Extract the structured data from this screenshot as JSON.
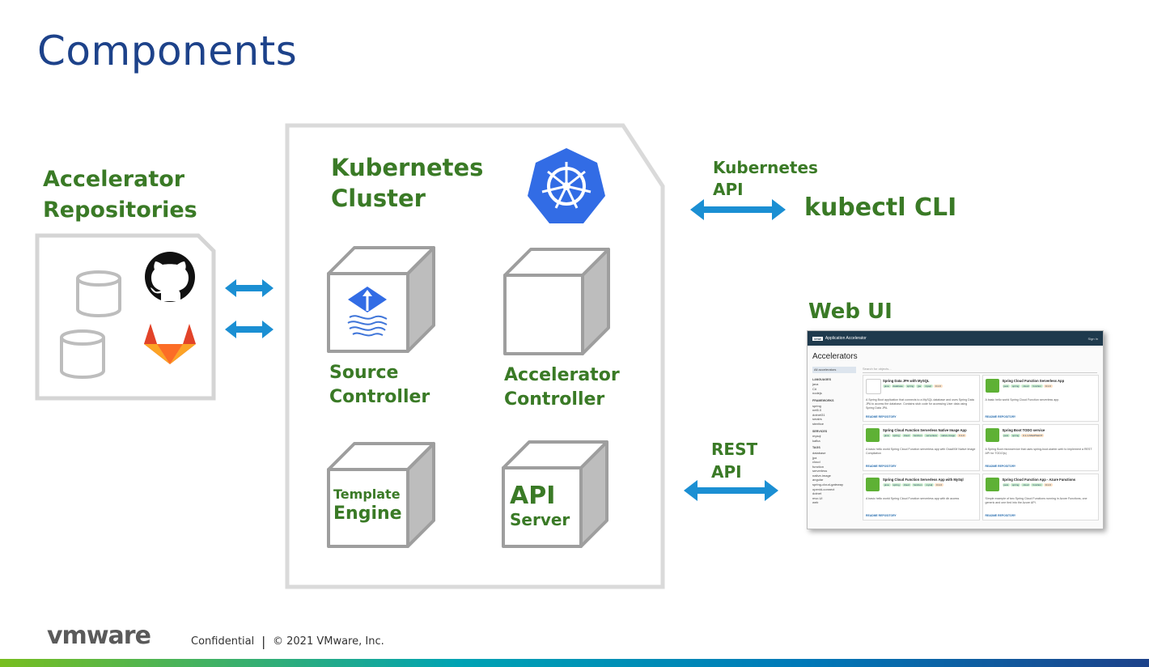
{
  "title": "Components",
  "repositories": {
    "label_line1": "Accelerator",
    "label_line2": "Repositories",
    "icons": [
      "database-icon",
      "database-icon",
      "github-icon",
      "gitlab-icon"
    ]
  },
  "cluster": {
    "label_line1": "Kubernetes",
    "label_line2": "Cluster",
    "logo": "kubernetes-logo",
    "source_controller": {
      "line1": "Source",
      "line2": "Controller",
      "icon": "flux-icon"
    },
    "accelerator_controller": {
      "line1": "Accelerator",
      "line2": "Controller"
    },
    "template_engine": {
      "line1": "Template",
      "line2": "Engine"
    },
    "api_server": {
      "line1": "API",
      "line2": "Server"
    }
  },
  "kubernetes_api": {
    "line1": "Kubernetes",
    "line2": "API"
  },
  "kubectl": "kubectl CLI",
  "web_ui": {
    "label": "Web UI",
    "screenshot": {
      "app_title": "Application Accelerator",
      "logo": "vmw",
      "sign_in": "Sign In",
      "heading": "Accelerators",
      "search_placeholder": "Search for objects...",
      "all_label": "All accelerators",
      "sidebar_groups": [
        {
          "name": "LANGUAGES",
          "items": [
            "java",
            "C#",
            "nodejs"
          ]
        },
        {
          "name": "FRAMEWORKS",
          "items": [
            "spring",
            "net5.0",
            "dotnet31",
            "smalrs",
            "steeltoe"
          ]
        },
        {
          "name": "SERVICES",
          "items": [
            "mysql",
            "kafka"
          ]
        },
        {
          "name": "TAGS",
          "items": [
            "database",
            "jpa",
            "cloud",
            "function",
            "serverless",
            "native-image",
            "angular",
            "spring-cloud-gateway",
            "openid-connect",
            "dotnet",
            "mvc.UI",
            "web"
          ]
        }
      ],
      "cards": [
        {
          "title": "Spring Data JPA with MySQL",
          "tags": [
            "java",
            "database",
            "spring",
            "jpa",
            "mysql",
            "0.1.0"
          ],
          "desc": "A Spring Boot application that connects to a MySQL database and uses Spring Data JPA to access the database. Contains stub code for accessing User data using Spring Data JPA.",
          "white": true
        },
        {
          "title": "Spring Cloud Function Serverless App",
          "tags": [
            "java",
            "spring",
            "cloud",
            "function",
            "0.1.0"
          ],
          "desc": "A basic hello world Spring Cloud Function serverless app.",
          "white": false
        },
        {
          "title": "Spring Cloud Function Serverless Native Image App",
          "tags": [
            "java",
            "spring",
            "cloud",
            "function",
            "serverless",
            "native-image",
            "0.1.0"
          ],
          "desc": "A basic hello world Spring Cloud Function serverless app with GraalVM Native Image Compilation",
          "white": false
        },
        {
          "title": "Spring Boot TODO service",
          "tags": [
            "java",
            "spring",
            "0.1.1-SNAPSHOT"
          ],
          "desc": "A Spring Boot microservice that uses spring-boot-starter-web to implement a REST API for TODO(s)",
          "white": false
        },
        {
          "title": "Spring Cloud Function Serverless App with MySql",
          "tags": [
            "java",
            "spring",
            "cloud",
            "function",
            "mysql",
            "0.1.0"
          ],
          "desc": "A basic hello world Spring Cloud Function serverless app with db access",
          "white": false
        },
        {
          "title": "Spring Cloud Function App - Azure Functions",
          "tags": [
            "java",
            "spring",
            "cloud",
            "function",
            "0.1.0"
          ],
          "desc": "Simple example of two Spring Cloud Functions running in Azure Functions, one generic and one tied into the Azure API.",
          "white": false
        }
      ],
      "card_links": "README  REPOSITORY"
    }
  },
  "rest_api": {
    "line1": "REST",
    "line2": "API"
  },
  "footer": {
    "logo": "vmware",
    "confidential": "Confidential",
    "separator": "|",
    "copyright": "© 2021 VMware, Inc."
  }
}
